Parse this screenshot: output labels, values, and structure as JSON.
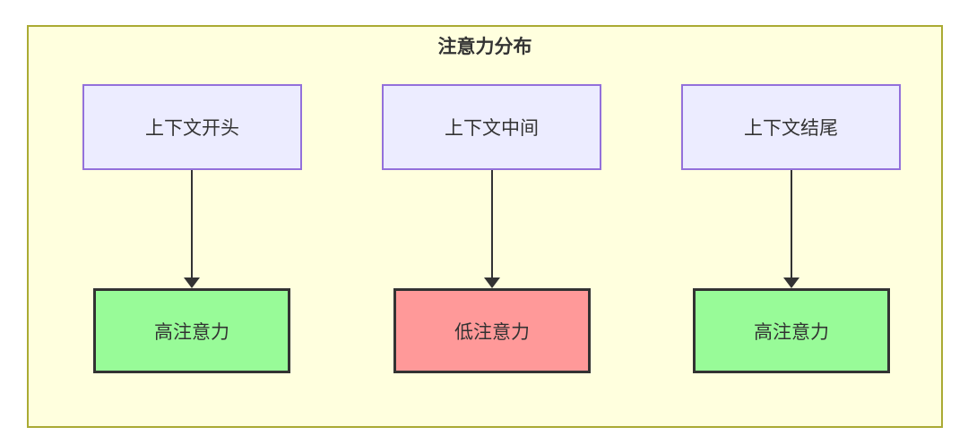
{
  "diagram": {
    "title": "注意力分布",
    "columns": [
      {
        "source": "上下文开头",
        "target": "高注意力",
        "target_level": "high"
      },
      {
        "source": "上下文中间",
        "target": "低注意力",
        "target_level": "low"
      },
      {
        "source": "上下文结尾",
        "target": "高注意力",
        "target_level": "high"
      }
    ],
    "colors": {
      "container_bg": "#ffffde",
      "container_border": "#aaaa33",
      "context_box_bg": "#ececff",
      "context_box_border": "#9370db",
      "high_attention_bg": "#98fb98",
      "low_attention_bg": "#ff9999",
      "attention_box_border": "#333333",
      "arrow": "#333333",
      "text": "#333333"
    }
  }
}
